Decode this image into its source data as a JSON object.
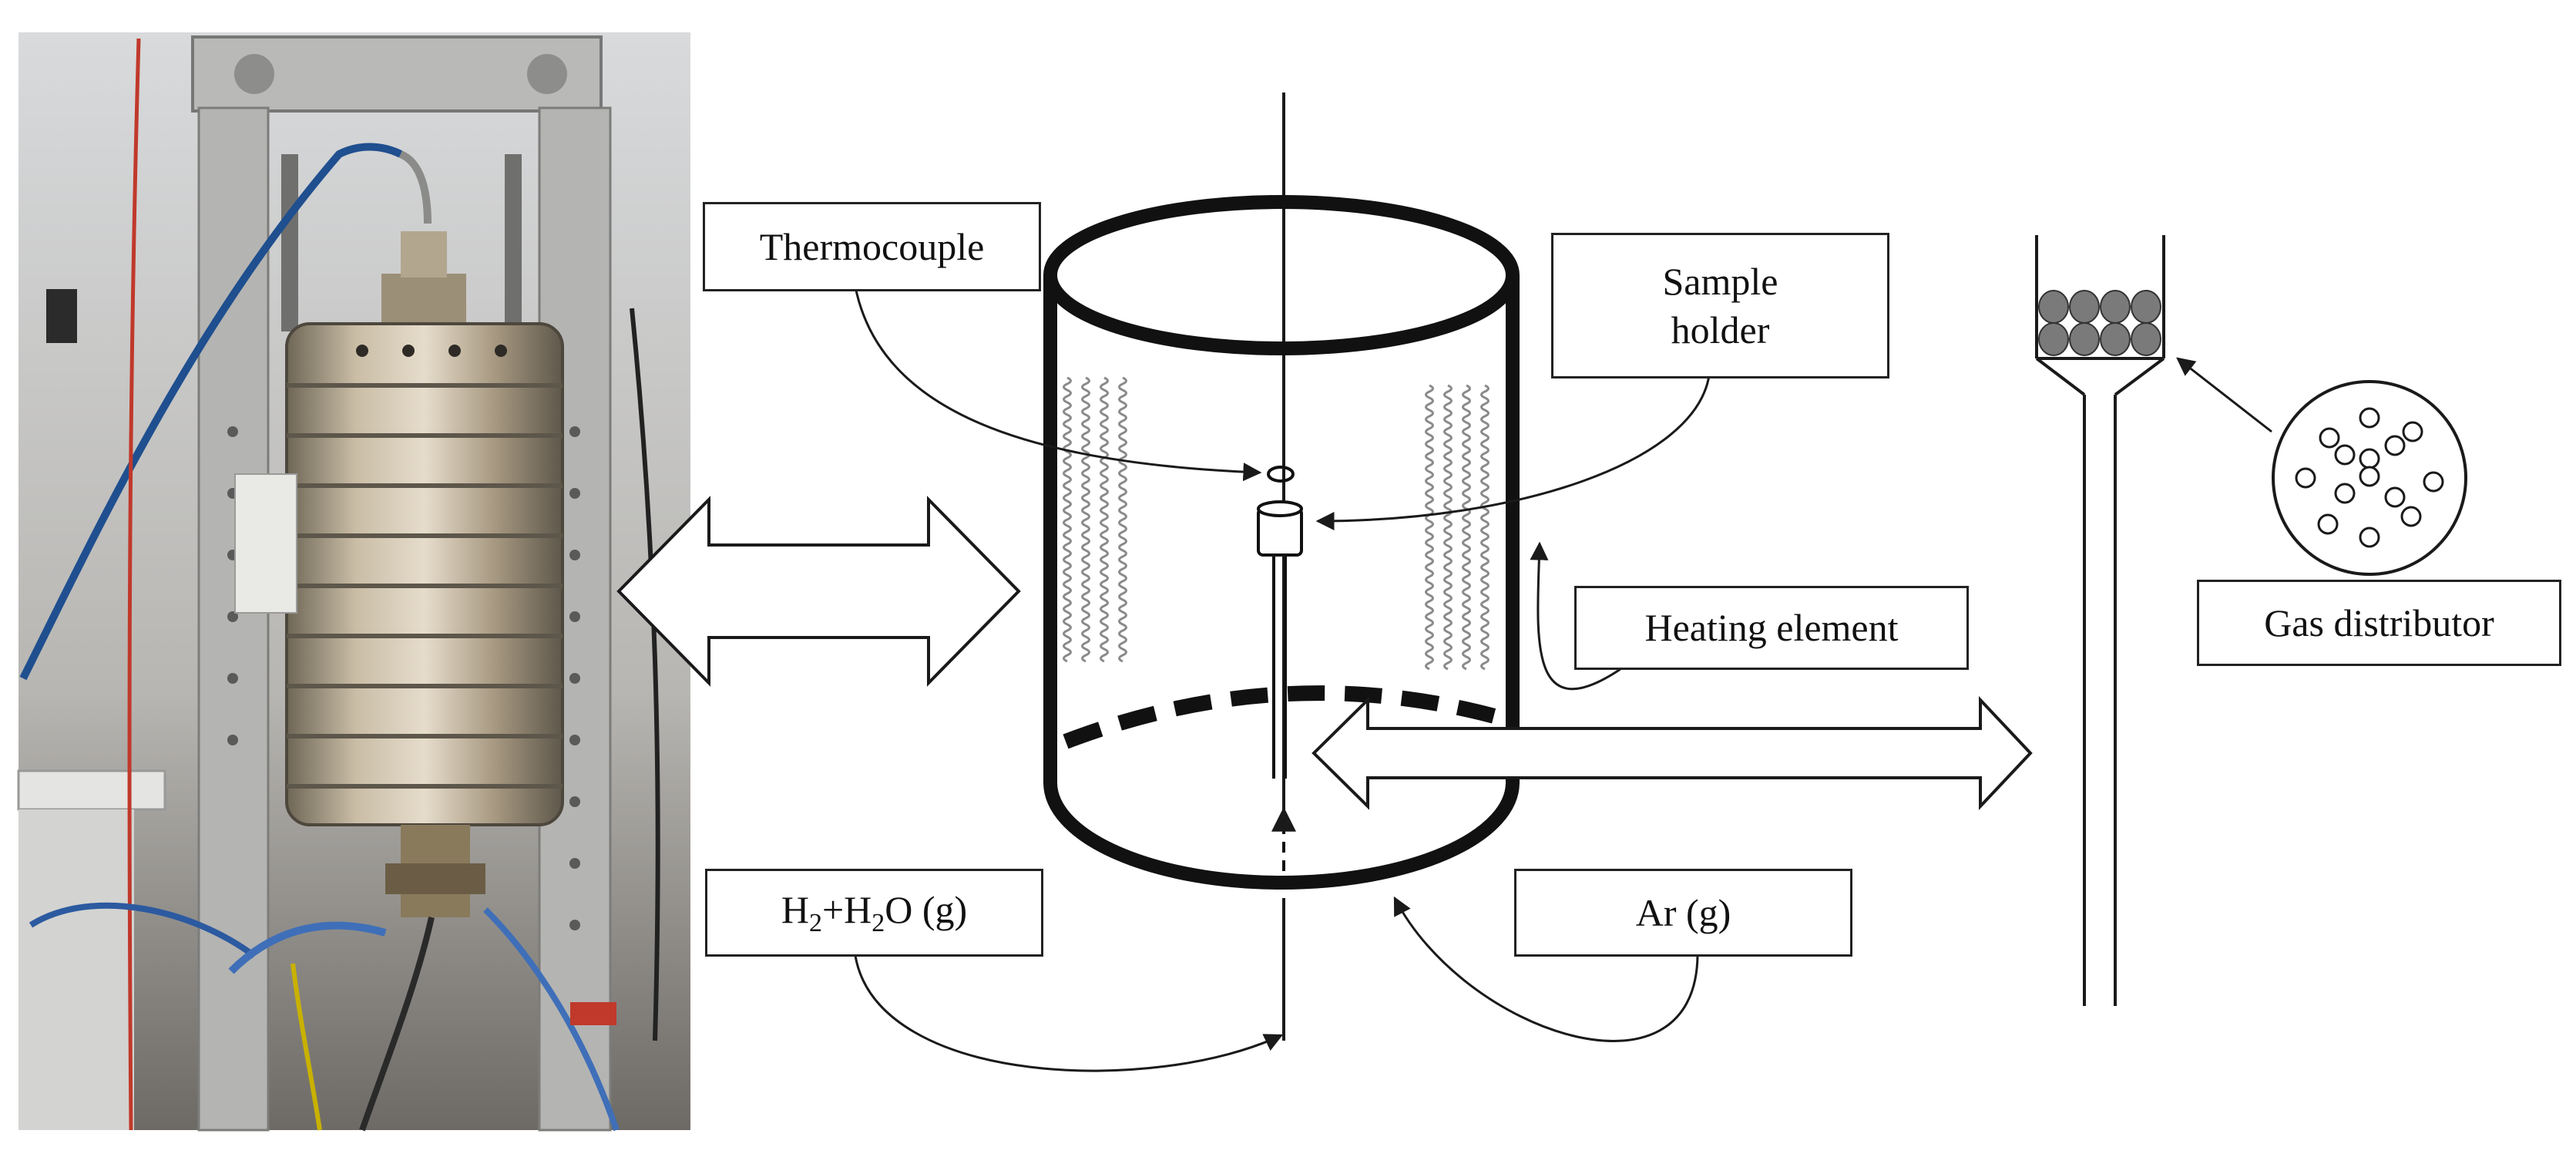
{
  "labels": {
    "thermocouple": "Thermocouple",
    "sample_holder_line1": "Sample",
    "sample_holder_line2": "holder",
    "heating_element": "Heating element",
    "gas_in_h2": "H",
    "gas_in_sub1": "2",
    "gas_in_plus_h": "+H",
    "gas_in_sub2": "2",
    "gas_in_rest": "O (g)",
    "argon": "Ar (g)",
    "gas_distributor": "Gas distributor"
  },
  "colors": {
    "line": "#1a1a1a",
    "coil": "#8a8a8a",
    "particle": "#7a7a7a",
    "photo_background": "#c9c7c3",
    "furnace_metal": "#a89a82"
  }
}
